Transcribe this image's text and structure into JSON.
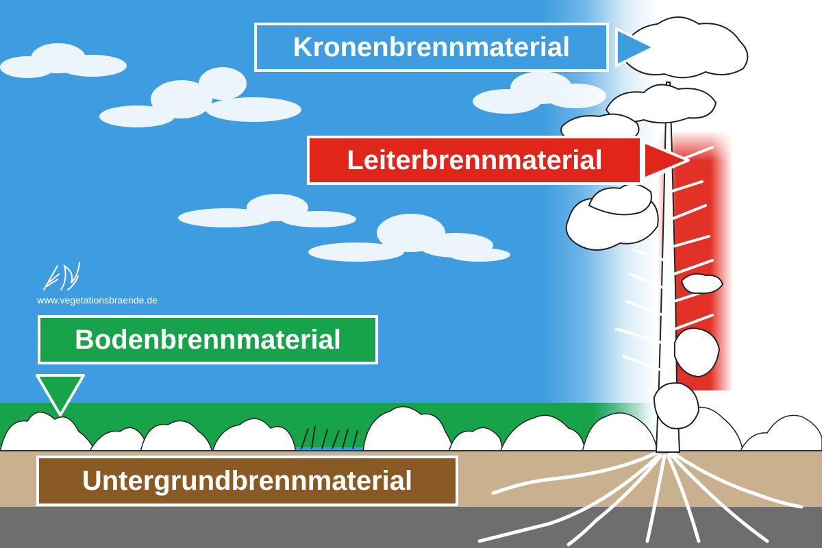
{
  "website": "www.vegetationsbraende.de",
  "labels": {
    "crown": "Kronenbrennmaterial",
    "ladder": "Leiterbrennmaterial",
    "ground": "Bodenbrennmaterial",
    "underground": "Untergrundbrennmaterial"
  },
  "colors": {
    "sky": "#3d9de0",
    "crown": "#3d9de0",
    "ladder": "#e0261b",
    "ground": "#17a34a",
    "underground": "#8a5a25",
    "soil": "#c9b18f",
    "deep_soil": "#6e6e6e"
  },
  "icons": {
    "logo": "flame-tree-icon",
    "crown_arrow": "right-triangle-arrow-icon",
    "ladder_arrow": "right-triangle-arrow-icon",
    "ground_arrow": "down-triangle-arrow-icon"
  }
}
